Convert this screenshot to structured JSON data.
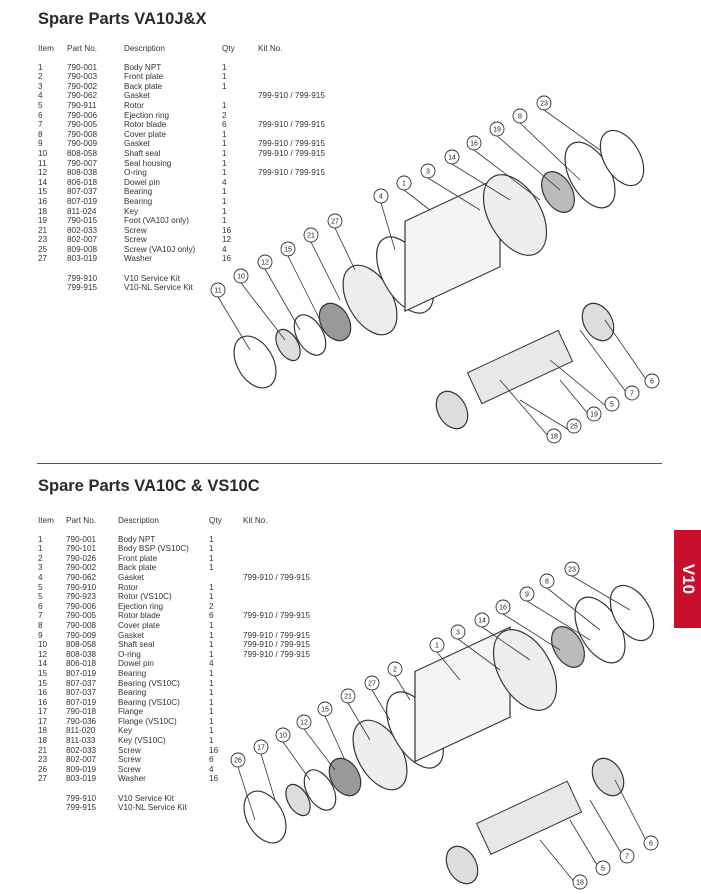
{
  "section1": {
    "title": "Spare Parts VA10J&X",
    "headers": {
      "item": "Item",
      "part": "Part No.",
      "desc": "Description",
      "qty": "Qty",
      "kit": "Kit No."
    },
    "rows": [
      {
        "item": "1",
        "part": "790-001",
        "desc": "Body NPT",
        "qty": "1",
        "kit": ""
      },
      {
        "item": "2",
        "part": "790-003",
        "desc": "Front plate",
        "qty": "1",
        "kit": ""
      },
      {
        "item": "3",
        "part": "790-002",
        "desc": "Back plate",
        "qty": "1",
        "kit": ""
      },
      {
        "item": "4",
        "part": "790-062",
        "desc": "Gasket",
        "qty": "",
        "kit": "799-910 / 799-915"
      },
      {
        "item": "5",
        "part": "790-911",
        "desc": "Rotor",
        "qty": "1",
        "kit": ""
      },
      {
        "item": "6",
        "part": "790-006",
        "desc": "Ejection ring",
        "qty": "2",
        "kit": ""
      },
      {
        "item": "7",
        "part": "790-005",
        "desc": "Rotor blade",
        "qty": "6",
        "kit": "799-910 / 799-915"
      },
      {
        "item": "8",
        "part": "790-008",
        "desc": "Cover plate",
        "qty": "1",
        "kit": ""
      },
      {
        "item": "9",
        "part": "790-009",
        "desc": "Gasket",
        "qty": "1",
        "kit": "799-910 / 799-915"
      },
      {
        "item": "10",
        "part": "808-058",
        "desc": "Shaft seal",
        "qty": "1",
        "kit": "799-910 / 799-915"
      },
      {
        "item": "11",
        "part": "790-007",
        "desc": "Seal housing",
        "qty": "1",
        "kit": ""
      },
      {
        "item": "12",
        "part": "808-038",
        "desc": "O-ring",
        "qty": "1",
        "kit": "799-910 / 799-915"
      },
      {
        "item": "14",
        "part": "806-018",
        "desc": "Dowel pin",
        "qty": "4",
        "kit": ""
      },
      {
        "item": "15",
        "part": "807-037",
        "desc": "Bearing",
        "qty": "1",
        "kit": ""
      },
      {
        "item": "16",
        "part": "807-019",
        "desc": "Bearing",
        "qty": "1",
        "kit": ""
      },
      {
        "item": "18",
        "part": "811-024",
        "desc": "Key",
        "qty": "1",
        "kit": ""
      },
      {
        "item": "19",
        "part": "790-015",
        "desc": "Foot (VA10J only)",
        "qty": "1",
        "kit": ""
      },
      {
        "item": "21",
        "part": "802-033",
        "desc": "Screw",
        "qty": "16",
        "kit": ""
      },
      {
        "item": "23",
        "part": "802-007",
        "desc": "Screw",
        "qty": "12",
        "kit": ""
      },
      {
        "item": "25",
        "part": "809-008",
        "desc": "Screw (VA10J only)",
        "qty": "4",
        "kit": ""
      },
      {
        "item": "27",
        "part": "803-019",
        "desc": "Washer",
        "qty": "16",
        "kit": ""
      }
    ],
    "kits": [
      {
        "part": "799-910",
        "desc": "V10 Service Kit"
      },
      {
        "part": "799-915",
        "desc": "V10-NL Service Kit"
      }
    ],
    "callouts": [
      "23",
      "8",
      "19",
      "16",
      "14",
      "3",
      "1",
      "4",
      "27",
      "21",
      "15",
      "12",
      "10",
      "11",
      "6",
      "7",
      "5",
      "19",
      "25",
      "18"
    ]
  },
  "section2": {
    "title": "Spare Parts VA10C & VS10C",
    "headers": {
      "item": "Item",
      "part": "Part No.",
      "desc": "Description",
      "qty": "Qty",
      "kit": "Kit No."
    },
    "rows": [
      {
        "item": "1",
        "part": "790-001",
        "desc": "Body NPT",
        "qty": "1",
        "kit": ""
      },
      {
        "item": "1",
        "part": "790-101",
        "desc": "Body BSP (VS10C)",
        "qty": "1",
        "kit": ""
      },
      {
        "item": "2",
        "part": "790-026",
        "desc": "Front plate",
        "qty": "1",
        "kit": ""
      },
      {
        "item": "3",
        "part": "790-002",
        "desc": "Back plate",
        "qty": "1",
        "kit": ""
      },
      {
        "item": "4",
        "part": "790-062",
        "desc": "Gasket",
        "qty": "",
        "kit": "799-910 / 799-915"
      },
      {
        "item": "5",
        "part": "790-910",
        "desc": "Rotor",
        "qty": "1",
        "kit": ""
      },
      {
        "item": "5",
        "part": "790-923",
        "desc": "Rotor (VS10C)",
        "qty": "1",
        "kit": ""
      },
      {
        "item": "6",
        "part": "790-006",
        "desc": "Ejection ring",
        "qty": "2",
        "kit": ""
      },
      {
        "item": "7",
        "part": "790-005",
        "desc": "Rotor blade",
        "qty": "6",
        "kit": "799-910 / 799-915"
      },
      {
        "item": "8",
        "part": "790-008",
        "desc": "Cover plate",
        "qty": "1",
        "kit": ""
      },
      {
        "item": "9",
        "part": "790-009",
        "desc": "Gasket",
        "qty": "1",
        "kit": "799-910 / 799-915"
      },
      {
        "item": "10",
        "part": "808-058",
        "desc": "Shaft seal",
        "qty": "1",
        "kit": "799-910 / 799-915"
      },
      {
        "item": "12",
        "part": "808-038",
        "desc": "O-ring",
        "qty": "1",
        "kit": "799-910 / 799-915"
      },
      {
        "item": "14",
        "part": "806-018",
        "desc": "Dowel pin",
        "qty": "4",
        "kit": ""
      },
      {
        "item": "15",
        "part": "807-019",
        "desc": "Bearing",
        "qty": "1",
        "kit": ""
      },
      {
        "item": "15",
        "part": "807-037",
        "desc": "Bearing (VS10C)",
        "qty": "1",
        "kit": ""
      },
      {
        "item": "16",
        "part": "807-037",
        "desc": "Bearing",
        "qty": "1",
        "kit": ""
      },
      {
        "item": "16",
        "part": "807-019",
        "desc": "Bearing (VS10C)",
        "qty": "1",
        "kit": ""
      },
      {
        "item": "17",
        "part": "790-018",
        "desc": "Flange",
        "qty": "1",
        "kit": ""
      },
      {
        "item": "17",
        "part": "790-036",
        "desc": "Flange (VS10C)",
        "qty": "1",
        "kit": ""
      },
      {
        "item": "18",
        "part": "811-020",
        "desc": "Key",
        "qty": "1",
        "kit": ""
      },
      {
        "item": "18",
        "part": "811-033",
        "desc": "Key (VS10C)",
        "qty": "1",
        "kit": ""
      },
      {
        "item": "21",
        "part": "802-033",
        "desc": "Screw",
        "qty": "16",
        "kit": ""
      },
      {
        "item": "23",
        "part": "802-007",
        "desc": "Screw",
        "qty": "6",
        "kit": ""
      },
      {
        "item": "26",
        "part": "809-019",
        "desc": "Screw",
        "qty": "4",
        "kit": ""
      },
      {
        "item": "27",
        "part": "803-019",
        "desc": "Washer",
        "qty": "16",
        "kit": ""
      }
    ],
    "kits": [
      {
        "part": "799-910",
        "desc": "V10 Service Kit"
      },
      {
        "part": "799-915",
        "desc": "V10-NL Service Kit"
      }
    ],
    "callouts": [
      "23",
      "8",
      "9",
      "16",
      "14",
      "3",
      "1",
      "2",
      "27",
      "21",
      "15",
      "12",
      "10",
      "17",
      "26",
      "6",
      "7",
      "5",
      "18"
    ]
  },
  "side_tab": {
    "label": "V10",
    "color": "#c8102e"
  }
}
